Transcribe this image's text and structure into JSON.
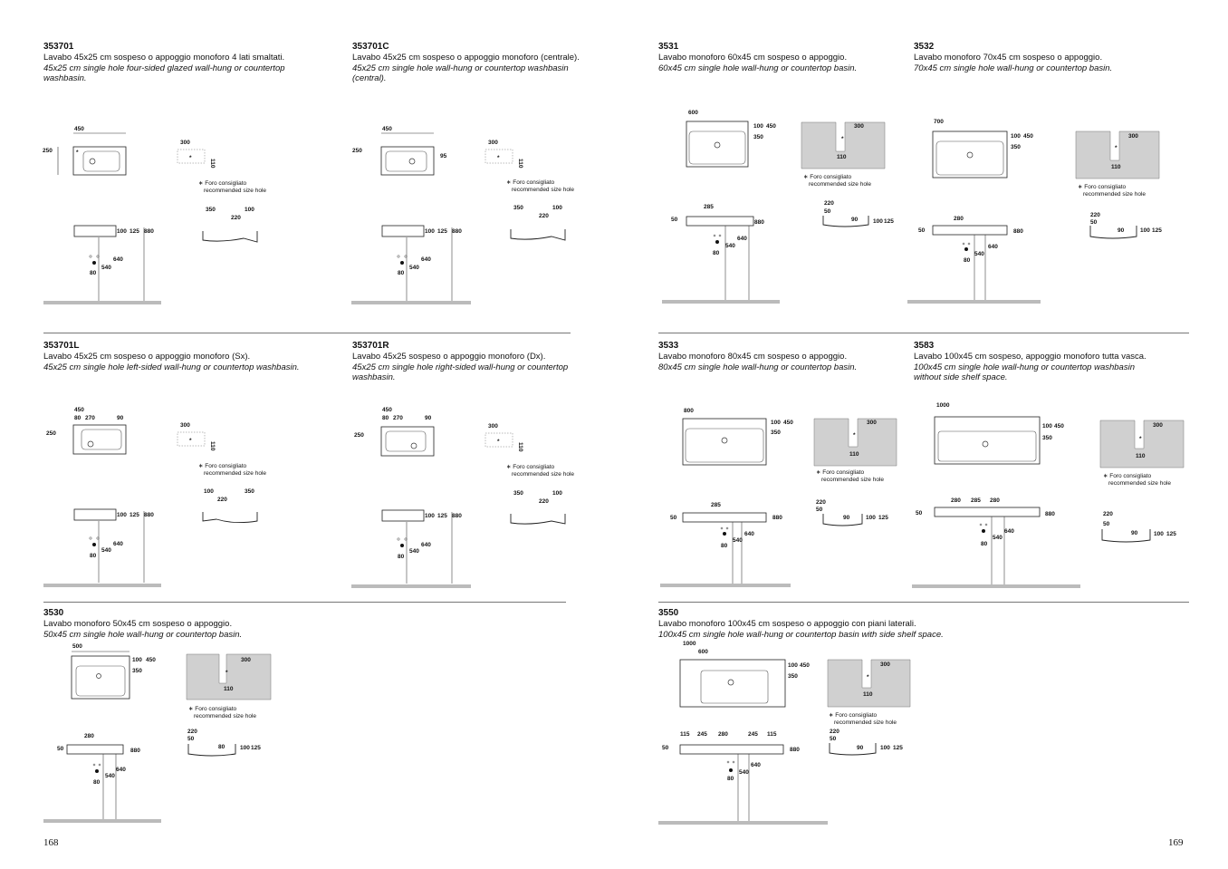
{
  "pages": {
    "left": "168",
    "right": "169"
  },
  "notes": {
    "label_it": "Foro consigliato",
    "label_en": "recommended size hole"
  },
  "products": [
    {
      "id": "p353701",
      "code": "353701",
      "it": "Lavabo 45x25 cm sospeso o appoggio monoforo 4 lati smaltati.",
      "en": "45x25 cm single hole four-sided glazed wall-hung or countertop washbasin.",
      "dims": {
        "w": "450",
        "h": "250",
        "hole": "300",
        "hole2": "110",
        "d1": "100",
        "d2": "125",
        "d3": "880",
        "s1": "350",
        "s2": "100",
        "s3": "220",
        "t1": "640",
        "t2": "540",
        "t3": "80"
      }
    },
    {
      "id": "p353701C",
      "code": "353701C",
      "it": "Lavabo 45x25 cm sospeso o appoggio monoforo (centrale).",
      "en": "45x25 cm single hole wall-hung or countertop washbasin (central).",
      "dims": {
        "w": "450",
        "h": "250",
        "h2": "95",
        "hole": "300",
        "hole2": "110",
        "d1": "100",
        "d2": "125",
        "d3": "880",
        "s1": "350",
        "s2": "100",
        "s3": "220",
        "t1": "640",
        "t2": "540",
        "t3": "80"
      }
    },
    {
      "id": "p353701L",
      "code": "353701L",
      "it": "Lavabo 45x25 cm sospeso o appoggio monoforo (Sx).",
      "en": "45x25 cm single hole left-sided wall-hung or countertop washbasin.",
      "dims": {
        "w": "450",
        "w1": "80",
        "w2": "270",
        "w3": "90",
        "h": "250",
        "hole": "300",
        "hole2": "110",
        "d1": "100",
        "d2": "125",
        "d3": "880",
        "s1": "100",
        "s2": "350",
        "s3": "220",
        "t1": "640",
        "t2": "540",
        "t3": "80"
      }
    },
    {
      "id": "p353701R",
      "code": "353701R",
      "it": "Lavabo 45x25 sospeso o appoggio monoforo (Dx).",
      "en": "45x25 cm single hole right-sided wall-hung or countertop washbasin.",
      "dims": {
        "w": "450",
        "w1": "80",
        "w2": "270",
        "w3": "90",
        "h": "250",
        "hole": "300",
        "hole2": "110",
        "d1": "100",
        "d2": "125",
        "d3": "880",
        "s1": "350",
        "s2": "100",
        "s3": "220",
        "t1": "640",
        "t2": "540",
        "t3": "80"
      }
    },
    {
      "id": "p3530",
      "code": "3530",
      "it": "Lavabo monoforo 50x45 cm sospeso o appoggio.",
      "en": "50x45 cm single hole wall-hung or countertop basin.",
      "dims": {
        "w": "500",
        "a": "100",
        "b": "450",
        "c": "350",
        "hole": "300",
        "hole2": "110",
        "tw": "280",
        "th": "50",
        "tv": "880",
        "s0": "220",
        "s1": "50",
        "s2": "80",
        "s3": "100",
        "s4": "125",
        "t1": "640",
        "t2": "540",
        "t3": "80"
      }
    },
    {
      "id": "p3531",
      "code": "3531",
      "it": "Lavabo monoforo 60x45 cm sospeso o appoggio.",
      "en": "60x45 cm single hole wall-hung or countertop basin.",
      "dims": {
        "w": "600",
        "a": "100",
        "b": "450",
        "c": "350",
        "hole": "300",
        "hole2": "110",
        "tw": "285",
        "th": "50",
        "tv": "880",
        "s0": "220",
        "s1": "50",
        "s2": "90",
        "s3": "100",
        "s4": "125",
        "t1": "640",
        "t2": "540",
        "t3": "80"
      }
    },
    {
      "id": "p3532",
      "code": "3532",
      "it": "Lavabo monoforo 70x45 cm sospeso o appoggio.",
      "en": "70x45 cm single hole wall-hung or countertop basin.",
      "dims": {
        "w": "700",
        "a": "100",
        "b": "450",
        "c": "350",
        "hole": "300",
        "hole2": "110",
        "tw": "280",
        "th": "50",
        "tv": "880",
        "s0": "220",
        "s1": "50",
        "s2": "90",
        "s3": "100",
        "s4": "125",
        "t1": "640",
        "t2": "540",
        "t3": "80"
      }
    },
    {
      "id": "p3533",
      "code": "3533",
      "it": "Lavabo monoforo 80x45 cm sospeso o appoggio.",
      "en": "80x45 cm single hole wall-hung or countertop basin.",
      "dims": {
        "w": "800",
        "a": "100",
        "b": "450",
        "c": "350",
        "hole": "300",
        "hole2": "110",
        "tw": "285",
        "th": "50",
        "tv": "880",
        "s0": "220",
        "s1": "50",
        "s2": "90",
        "s3": "100",
        "s4": "125",
        "t1": "640",
        "t2": "540",
        "t3": "80"
      }
    },
    {
      "id": "p3583",
      "code": "3583",
      "it": "Lavabo 100x45 cm sospeso, appoggio monoforo tutta vasca.",
      "en": "100x45 cm single hole wall-hung or countertop washbasin without side shelf space.",
      "dims": {
        "w": "1000",
        "a": "100",
        "b": "450",
        "c": "350",
        "hole": "300",
        "hole2": "110",
        "tw1": "280",
        "tw2": "285",
        "tw3": "280",
        "th": "50",
        "tv": "880",
        "s0": "220",
        "s1": "50",
        "s2": "90",
        "s3": "100",
        "s4": "125",
        "t1": "640",
        "t2": "540",
        "t3": "80"
      }
    },
    {
      "id": "p3550",
      "code": "3550",
      "it": "Lavabo monoforo 100x45 cm sospeso o appoggio con piani laterali.",
      "en": "100x45 cm single hole wall-hung or countertop basin with side shelf space.",
      "dims": {
        "w": "1000",
        "w2": "600",
        "a": "100",
        "b": "450",
        "c": "350",
        "hole": "300",
        "hole2": "110",
        "tw1": "115",
        "tw2": "245",
        "tw3": "280",
        "tw4": "245",
        "tw5": "115",
        "th": "50",
        "tv": "880",
        "s0": "220",
        "s1": "50",
        "s2": "90",
        "s3": "100",
        "s4": "125",
        "t1": "640",
        "t2": "540",
        "t3": "80"
      }
    }
  ]
}
